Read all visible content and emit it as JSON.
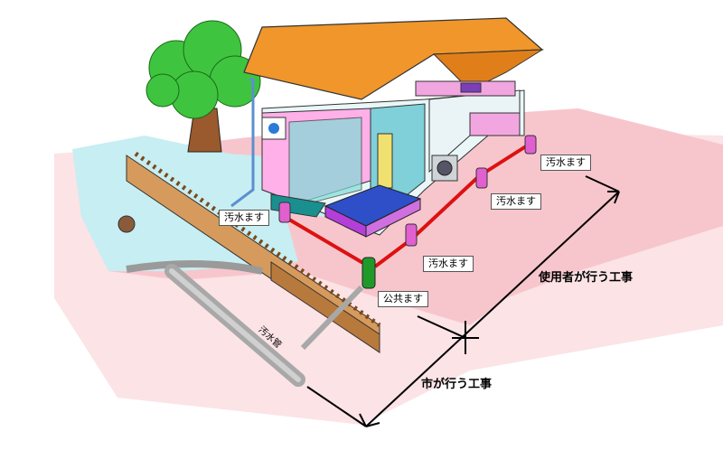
{
  "labels": {
    "sewage_basin_left": "汚水ます",
    "sewage_basin_front": "汚水ます",
    "sewage_basin_right": "汚水ます",
    "sewage_basin_far_right": "汚水ます",
    "public_basin": "公共ます",
    "sewer_pipe": "汚水管"
  },
  "scope": {
    "user_work": "使用者が行う工事",
    "city_work": "市が行う工事"
  },
  "colors": {
    "roof": "#f0962a",
    "pink_ground": "#f7c6cc",
    "cyan_ground": "#c7eef2",
    "pipe_red": "#dd1111",
    "basin_magenta": "#e060d0",
    "public_basin_green": "#1f9a2a",
    "tree_green": "#3fc43f",
    "road_brown": "#c88a4a"
  },
  "icons": [
    "tree-icon",
    "house-icon",
    "bathtub-icon",
    "washing-machine-icon",
    "kitchen-icon",
    "manhole-icon"
  ]
}
